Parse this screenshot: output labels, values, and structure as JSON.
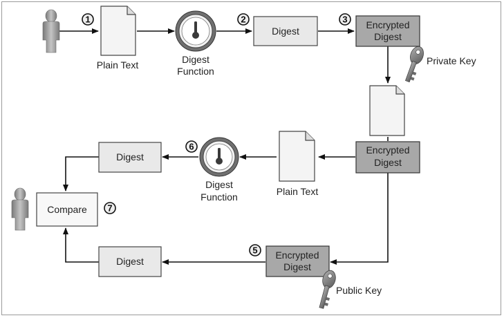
{
  "labels": {
    "plain_text_top": "Plain Text",
    "digest_function_top_line1": "Digest",
    "digest_function_top_line2": "Function",
    "digest_top": "Digest",
    "encrypted_digest_top_line1": "Encrypted",
    "encrypted_digest_top_line2": "Digest",
    "private_key": "Private Key",
    "encrypted_digest_mid_line1": "Encrypted",
    "encrypted_digest_mid_line2": "Digest",
    "plain_text_mid": "Plain Text",
    "digest_function_mid_line1": "Digest",
    "digest_function_mid_line2": "Function",
    "digest_mid": "Digest",
    "compare": "Compare",
    "digest_bottom": "Digest",
    "encrypted_digest_bottom_line1": "Encrypted",
    "encrypted_digest_bottom_line2": "Digest",
    "public_key": "Public Key"
  },
  "steps": [
    "1",
    "2",
    "3",
    "5",
    "6",
    "7"
  ],
  "colors": {
    "box_light": "#e9e9e9",
    "box_dark": "#a8a8a8",
    "key": "#8a8a8a",
    "person": "#a0a0a0"
  }
}
